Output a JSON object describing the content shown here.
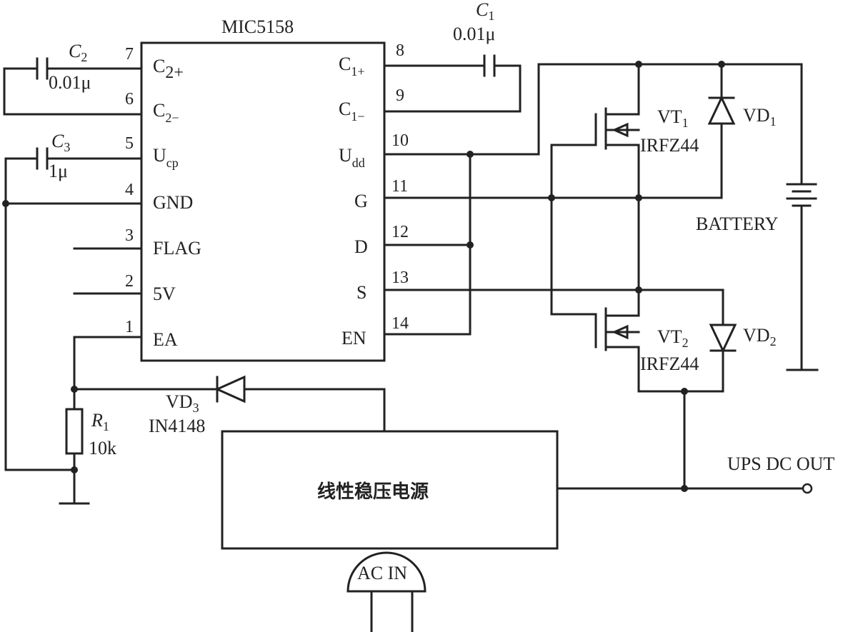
{
  "ic": {
    "name": "MIC5158",
    "left_pins": [
      {
        "num": "7",
        "label": "C",
        "sub": "2+"
      },
      {
        "num": "6",
        "label": "C",
        "sub": "2−"
      },
      {
        "num": "5",
        "label": "U",
        "sub": "cp"
      },
      {
        "num": "4",
        "label": "GND",
        "sub": ""
      },
      {
        "num": "3",
        "label": "FLAG",
        "sub": ""
      },
      {
        "num": "2",
        "label": "5V",
        "sub": ""
      },
      {
        "num": "1",
        "label": "EA",
        "sub": ""
      }
    ],
    "right_pins": [
      {
        "num": "8",
        "label": "C",
        "sub": "1+"
      },
      {
        "num": "9",
        "label": "C",
        "sub": "1−"
      },
      {
        "num": "10",
        "label": "U",
        "sub": "dd"
      },
      {
        "num": "11",
        "label": "G",
        "sub": ""
      },
      {
        "num": "12",
        "label": "D",
        "sub": ""
      },
      {
        "num": "13",
        "label": "S",
        "sub": ""
      },
      {
        "num": "14",
        "label": "EN",
        "sub": ""
      }
    ]
  },
  "components": {
    "c1": {
      "name": "C",
      "sub": "1",
      "value": "0.01μ"
    },
    "c2": {
      "name": "C",
      "sub": "2",
      "value": "0.01μ"
    },
    "c3": {
      "name": "C",
      "sub": "3",
      "value": "1μ"
    },
    "r1": {
      "name": "R",
      "sub": "1",
      "value": "10k"
    },
    "vd3": {
      "name": "VD",
      "sub": "3",
      "part": "IN4148"
    },
    "vt1": {
      "name": "VT",
      "sub": "1",
      "part": "IRFZ44"
    },
    "vt2": {
      "name": "VT",
      "sub": "2",
      "part": "IRFZ44"
    },
    "vd1": {
      "name": "VD",
      "sub": "1"
    },
    "vd2": {
      "name": "VD",
      "sub": "2"
    },
    "battery": "BATTERY",
    "psu": "线性稳压电源",
    "ac_in": "AC  IN",
    "output": "UPS DC OUT"
  }
}
